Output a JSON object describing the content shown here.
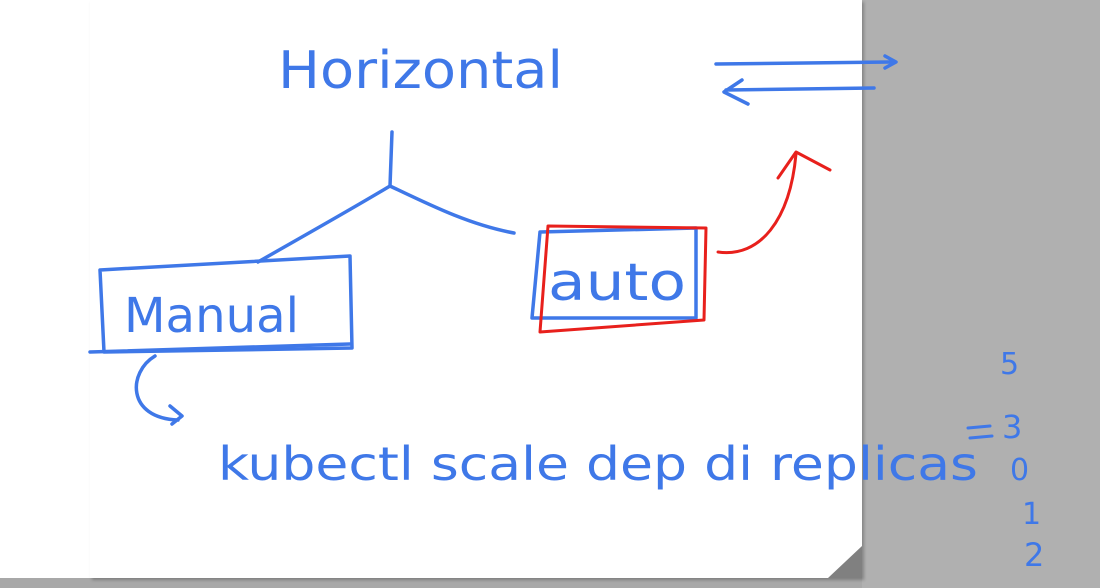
{
  "whiteboard": {
    "title": "Horizontal",
    "branch_left": "Manual",
    "branch_right": "auto",
    "command": "kubectl scale dep di replicas",
    "replica_values": [
      "5",
      "3",
      "0",
      "1",
      "2"
    ],
    "colors": {
      "ink_blue": "#3f78e8",
      "ink_red": "#e8201c",
      "side_panel": "#b0b0b0",
      "page": "#ffffff"
    }
  }
}
